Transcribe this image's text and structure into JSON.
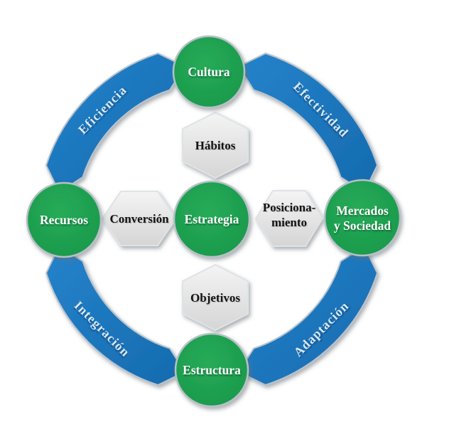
{
  "diagram": {
    "background": "#ffffff",
    "colors": {
      "green": "#17984a",
      "green_light": "#27ab58",
      "blue": "#156aae",
      "blue_light": "#2583cb",
      "hex_light": "#f4f4f4",
      "hex_dark": "#d5d5d5",
      "circle_stroke": "#b7c0c6",
      "hex_stroke": "#dfe3e6",
      "arc_stroke": "#b9c3cd",
      "circle_text": "#ffffff",
      "hex_text": "#141414",
      "arc_text": "#d9e8f6"
    },
    "circles": [
      {
        "id": "cultura",
        "label": "Cultura"
      },
      {
        "id": "recursos",
        "label": "Recursos"
      },
      {
        "id": "estrategia",
        "label": "Estrategia"
      },
      {
        "id": "mercados-y-sociedad",
        "label_line1": "Mercados",
        "label_line2": "y Sociedad"
      },
      {
        "id": "estructura",
        "label": "Estructura"
      }
    ],
    "hexagons": [
      {
        "id": "habitos",
        "label": "Hábitos"
      },
      {
        "id": "conversion",
        "label": "Conversión"
      },
      {
        "id": "posicionamiento",
        "label_line1": "Posiciona-",
        "label_line2": "miento"
      },
      {
        "id": "objetivos",
        "label": "Objetivos"
      }
    ],
    "arcs": [
      {
        "id": "eficiencia",
        "label": "Eficiencia"
      },
      {
        "id": "efectividad",
        "label": "Efectividad"
      },
      {
        "id": "integracion",
        "label": "Integración"
      },
      {
        "id": "adaptacion",
        "label": "Adaptación"
      }
    ]
  }
}
